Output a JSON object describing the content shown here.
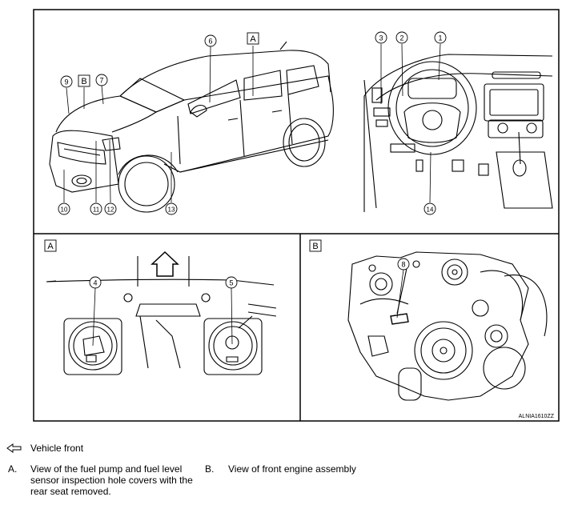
{
  "callouts": [
    "1",
    "2",
    "3",
    "4",
    "5",
    "6",
    "7",
    "8",
    "9",
    "10",
    "11",
    "12",
    "13",
    "14"
  ],
  "panel_labels": {
    "a": "A",
    "b": "B"
  },
  "figure_code": "ALNIA1610ZZ",
  "legend": {
    "front_label": "Vehicle front",
    "a_letter": "A.",
    "a_text": "View of the fuel pump and fuel level sensor inspection hole covers with the rear seat removed.",
    "b_letter": "B.",
    "b_text": "View of front engine assembly"
  }
}
